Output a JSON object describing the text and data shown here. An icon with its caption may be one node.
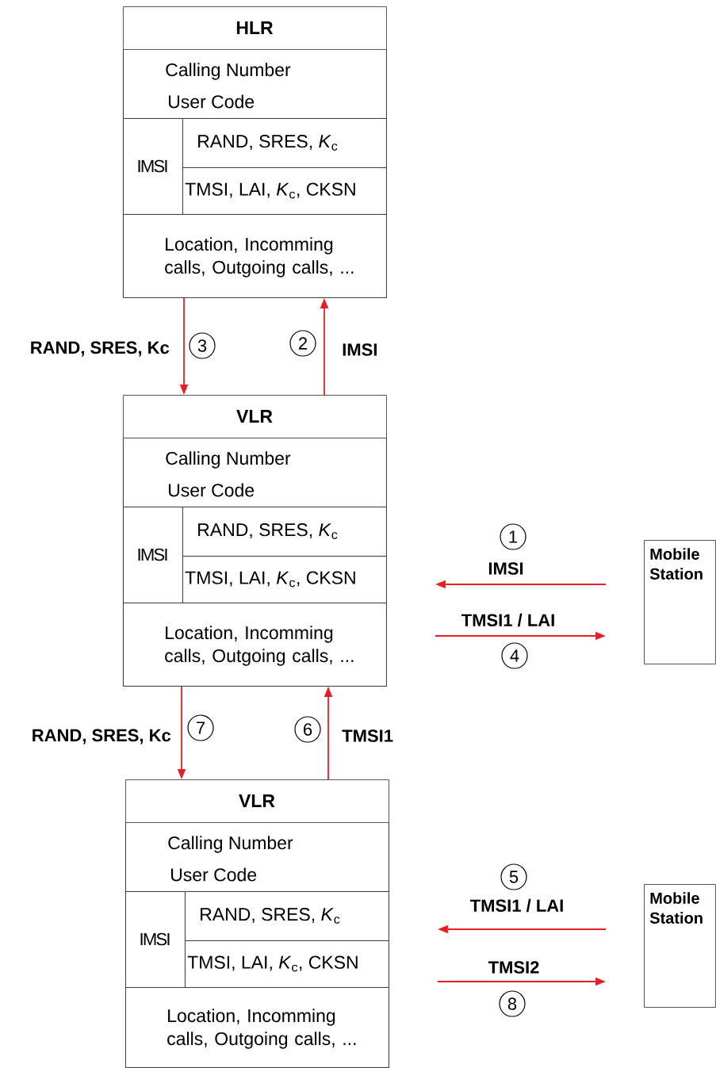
{
  "diagram": {
    "nodes": [
      {
        "text": [
          "HLR"
        ]
      },
      {
        "text": [
          "Calling Number",
          "User Code"
        ],
        "in": 0
      },
      {
        "text": [
          "IMSI"
        ],
        "in": 0
      },
      {
        "text": [
          "RAND, SRES, *K*$_{c}$"
        ],
        "in": 0
      },
      {
        "text": [
          "TMSI, LAI, *K*$_{c}$, CKSN"
        ],
        "in": 0
      },
      {
        "text": [
          "Location, Incomming calls, Outgoing calls, ..."
        ],
        "in": 0
      },
      {
        "text": [
          "VLR"
        ]
      },
      {
        "text": [
          "Calling Number",
          "User Code"
        ],
        "in": 6
      },
      {
        "text": [
          "IMSI"
        ],
        "in": 6
      },
      {
        "text": [
          "RAND, SRES, *K*$_{c}$"
        ],
        "in": 6
      },
      {
        "text": [
          "TMSI, LAI, *K*$_{c}$, CKSN"
        ],
        "in": 6
      },
      {
        "text": [
          "Location, Incomming calls, Outgoing calls, ..."
        ],
        "in": 6
      },
      {
        "text": [
          "VLR"
        ]
      },
      {
        "text": [
          "Calling Number",
          "User Code"
        ],
        "in": 12
      },
      {
        "text": [
          "IMSI"
        ],
        "in": 12
      },
      {
        "text": [
          "RAND, SRES, *K*$_{c}$"
        ],
        "in": 12
      },
      {
        "text": [
          "TMSI, LAI, *K*$_{c}$, CKSN"
        ],
        "in": 12
      },
      {
        "text": [
          "Location, Incomming calls, Outgoing calls, ..."
        ],
        "in": 12
      },
      {
        "text": [
          "Mobile Station"
        ]
      },
      {
        "text": [
          "Mobile Station"
        ]
      }
    ],
    "edges": [
      {
        "from": 0,
        "to": 6,
        "arrow": "to",
        "label": "RAND, SRES, Kc"
      },
      {
        "from": 6,
        "to": 0,
        "arrow": "to",
        "label": "IMSI"
      },
      {
        "from": 18,
        "to": 6,
        "arrow": "to",
        "label": "IMSI"
      },
      {
        "from": 6,
        "to": 18,
        "arrow": "to",
        "label": "TMSI1 / LAI"
      },
      {
        "from": 6,
        "to": 12,
        "arrow": "to",
        "label": "RAND, SRES, Kc"
      },
      {
        "from": 12,
        "to": 6,
        "arrow": "to",
        "label": "TMSI1"
      },
      {
        "from": 19,
        "to": 12,
        "arrow": "to",
        "label": "TMSI1 / LAI"
      },
      {
        "from": 12,
        "to": 19,
        "arrow": "to",
        "label": "TMSI2"
      }
    ],
    "labels": [
      "3",
      "2",
      "1",
      "4",
      "7",
      "6",
      "5",
      "8"
    ]
  }
}
